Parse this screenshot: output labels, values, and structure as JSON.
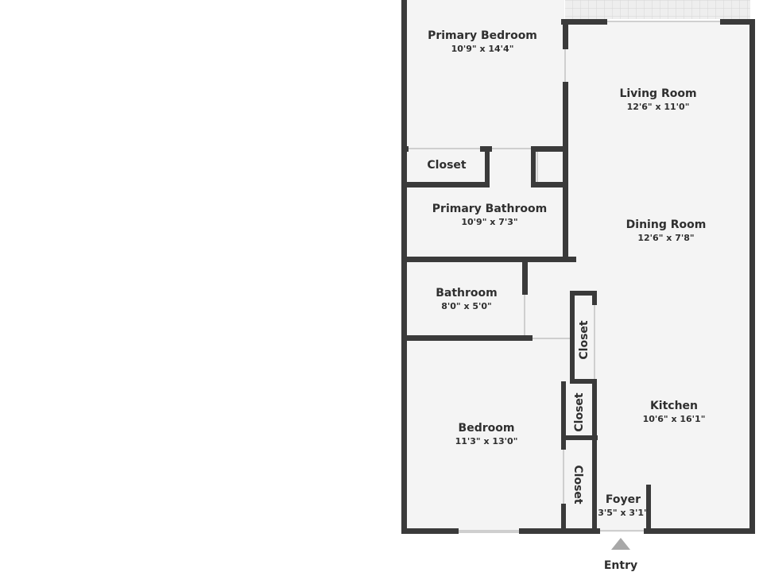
{
  "rooms": {
    "primary_bedroom": {
      "name": "Primary Bedroom",
      "dims": "10'9\" x 14'4\""
    },
    "living_room": {
      "name": "Living Room",
      "dims": "12'6\" x 11'0\""
    },
    "closet_primary": {
      "name": "Closet"
    },
    "primary_bathroom": {
      "name": "Primary Bathroom",
      "dims": "10'9\" x 7'3\""
    },
    "dining_room": {
      "name": "Dining Room",
      "dims": "12'6\" x 7'8\""
    },
    "bathroom": {
      "name": "Bathroom",
      "dims": "8'0\" x 5'0\""
    },
    "closet_hall_upper": {
      "name": "Closet"
    },
    "closet_hall_middle": {
      "name": "Closet"
    },
    "closet_bedroom": {
      "name": "Closet"
    },
    "bedroom": {
      "name": "Bedroom",
      "dims": "11'3\" x 13'0\""
    },
    "kitchen": {
      "name": "Kitchen",
      "dims": "10'6\" x 16'1\""
    },
    "foyer": {
      "name": "Foyer",
      "dims": "3'5\" x 3'1\""
    }
  },
  "entry": {
    "label": "Entry"
  },
  "colors": {
    "wall": "#3a3a3a",
    "floor": "#f4f4f4",
    "patio": "#ececec",
    "arrow": "#9e9e9e"
  }
}
